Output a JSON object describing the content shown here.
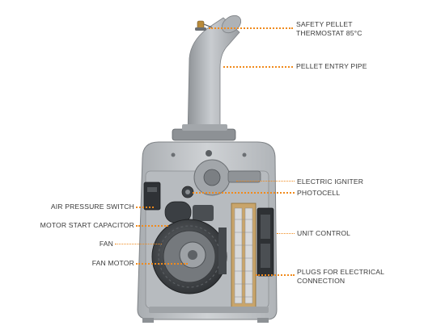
{
  "labels": {
    "safety_pellet_thermostat": [
      "SAFETY PELLET",
      "THERMOSTAT 85°C"
    ],
    "pellet_entry_pipe": "PELLET ENTRY PIPE",
    "electric_igniter": "ELECTRIC IGNITER",
    "photocell": "PHOTOCELL",
    "unit_control": "UNIT CONTROL",
    "plugs_for_electrical_connection": [
      "PLUGS FOR ELECTRICAL",
      "CONNECTION"
    ],
    "air_pressure_switch": "AIR PRESSURE SWITCH",
    "motor_start_capacitor": "MOTOR START CAPACITOR",
    "fan": "FAN",
    "fan_motor": "FAN MOTOR"
  },
  "colors": {
    "leader_line": "#f08a1c",
    "label_text": "#3a3a3a",
    "housing": "#b9bcc0",
    "metal_dark": "#3f4347"
  }
}
